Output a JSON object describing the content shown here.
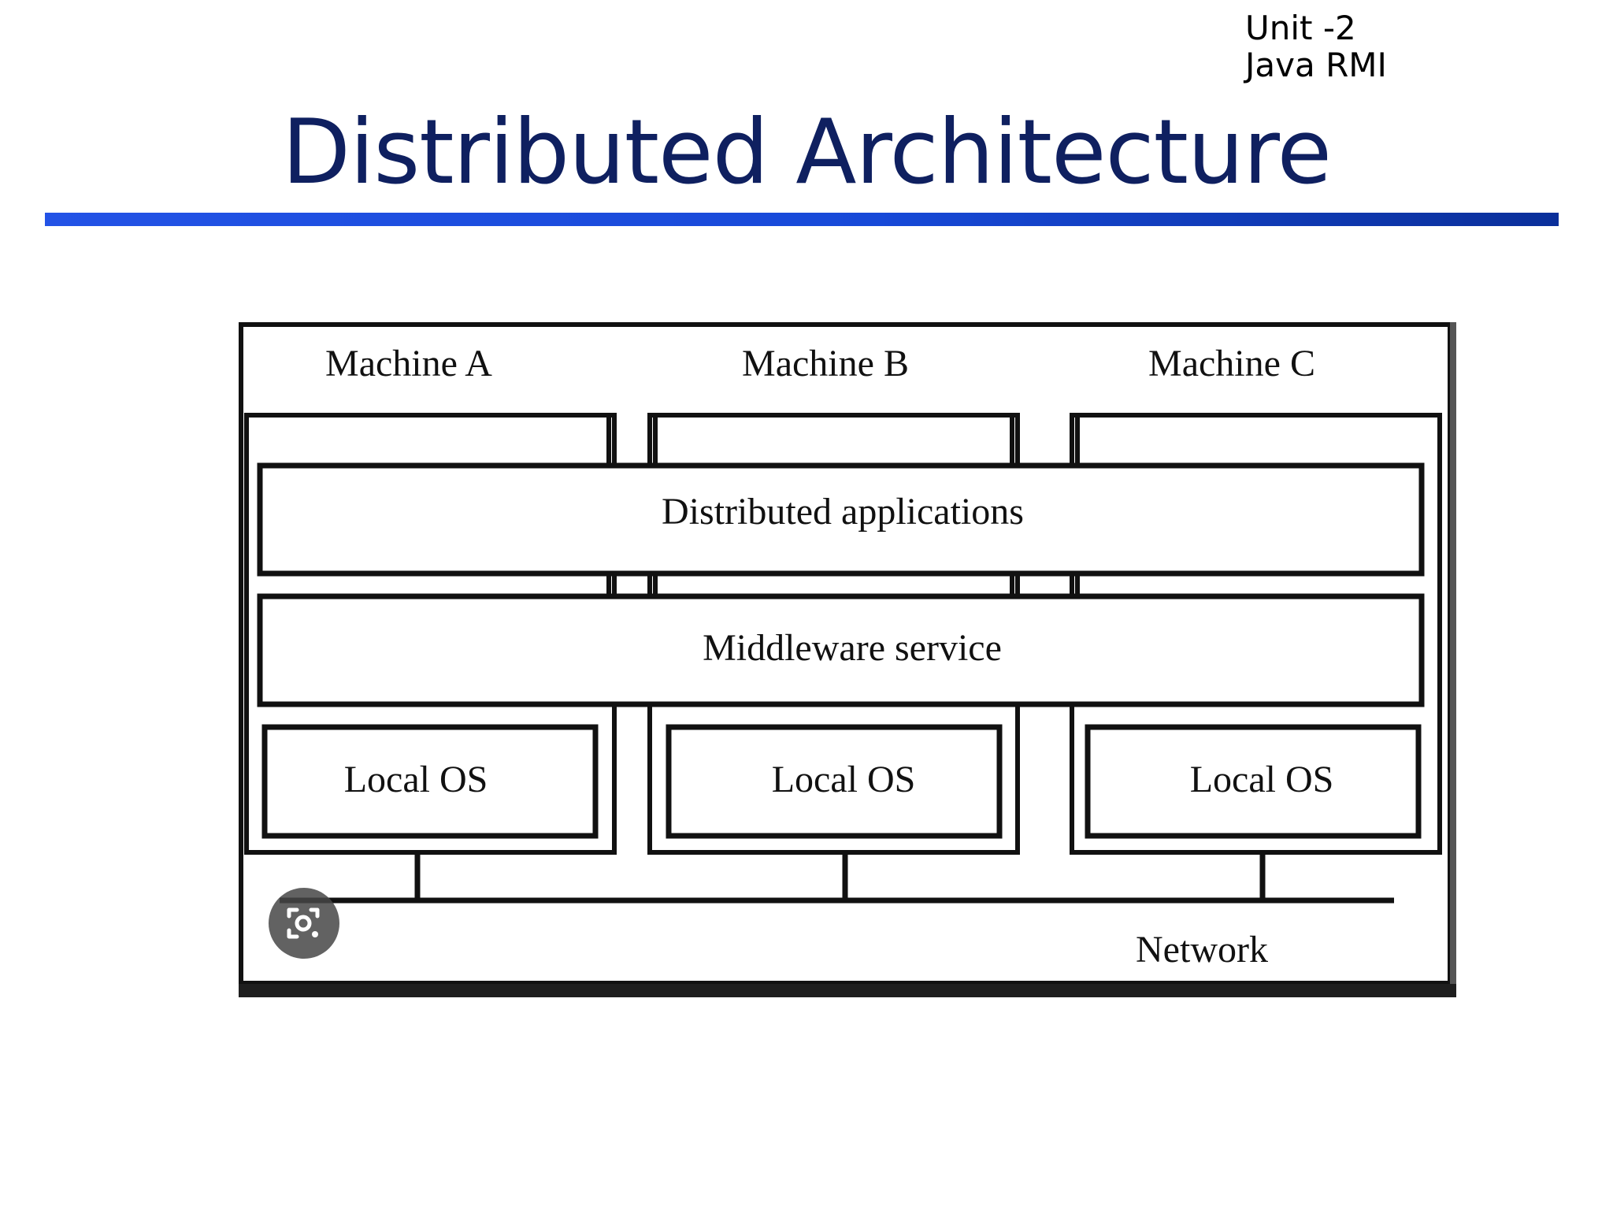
{
  "slide": {
    "unit_line1": "Unit -2",
    "unit_line2": "Java RMI",
    "title": "Distributed Architecture",
    "title_color": "#0f2060",
    "rule_color": "#1f4fe0"
  },
  "diagram": {
    "machines": [
      {
        "label": "Machine A",
        "os_label": "Local OS"
      },
      {
        "label": "Machine B",
        "os_label": "Local OS"
      },
      {
        "label": "Machine C",
        "os_label": "Local OS"
      }
    ],
    "app_layer_label": "Distributed applications",
    "middleware_label": "Middleware service",
    "network_label": "Network"
  },
  "overlay": {
    "lens_icon": "visual-search-icon"
  }
}
